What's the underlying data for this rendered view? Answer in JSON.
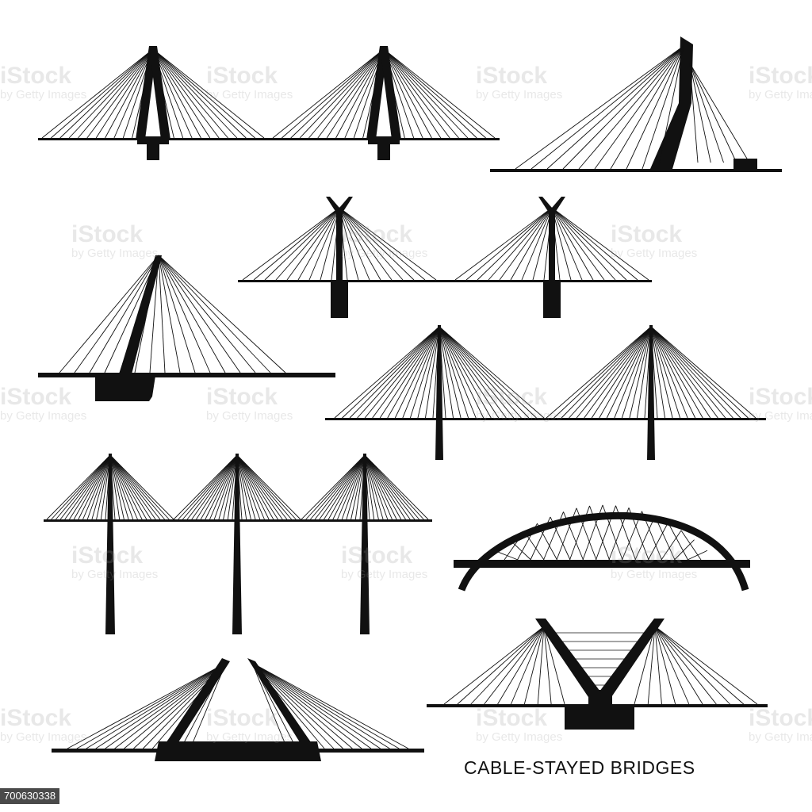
{
  "title": "CABLE-STAYED BRIDGES",
  "stock_id": "700630338",
  "watermark": {
    "brand": "iStock",
    "sub": "by Getty Images"
  },
  "colors": {
    "ink": "#111111",
    "background": "#ffffff"
  },
  "bridges": [
    "twin-a-frame-pylon-bridge",
    "single-leaning-pylon-bridge",
    "twin-y-pylon-bridge",
    "inclined-pylon-bridge",
    "twin-tall-pylon-bridge",
    "triple-pylon-bridge",
    "arch-bridge",
    "split-v-pylon-bridge",
    "v-pylon-bridge"
  ]
}
